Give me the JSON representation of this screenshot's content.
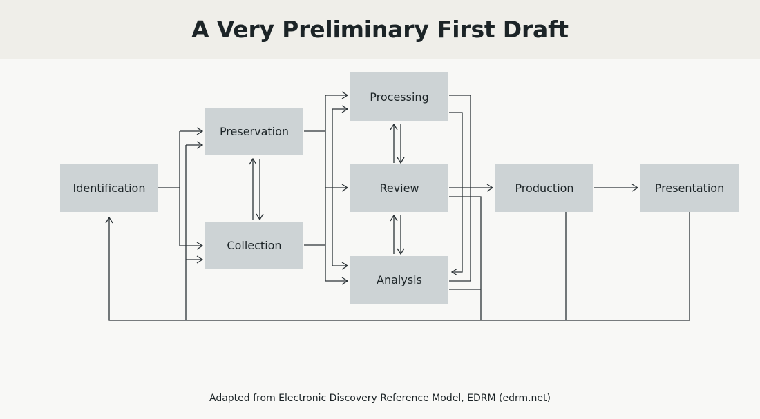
{
  "header": {
    "title": "A Very Preliminary First Draft"
  },
  "nodes": {
    "identification": "Identification",
    "preservation": "Preservation",
    "collection": "Collection",
    "processing": "Processing",
    "review": "Review",
    "analysis": "Analysis",
    "production": "Production",
    "presentation": "Presentation"
  },
  "caption": "Adapted from Electronic Discovery Reference Model, EDRM (edrm.net)"
}
